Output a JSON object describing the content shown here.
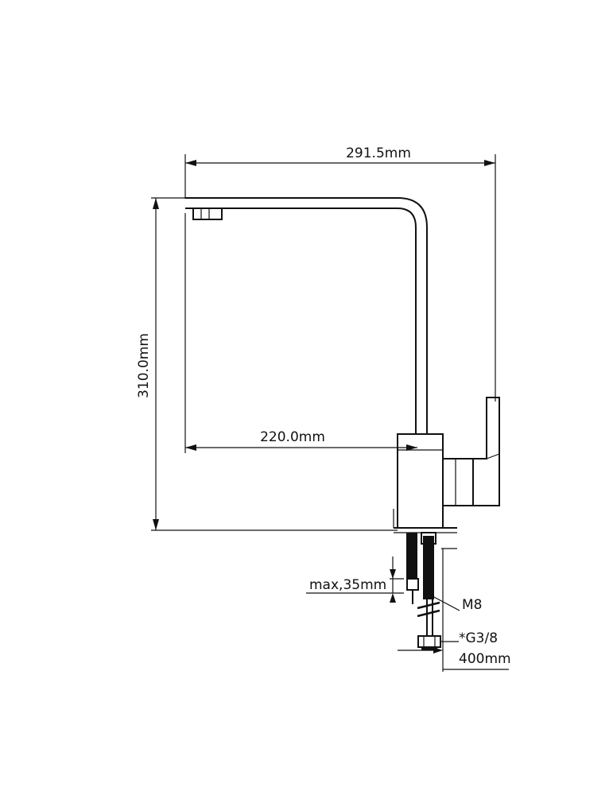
{
  "dimensions": {
    "overall_width": "291.5mm",
    "height": "310.0mm",
    "spout_reach": "220.0mm",
    "max_deck_thickness": "max,35mm",
    "stud_thread": "M8",
    "hose_connection": "*G3/8",
    "hose_length": "400mm"
  },
  "colors": {
    "line": "#111111",
    "background": "#ffffff"
  }
}
